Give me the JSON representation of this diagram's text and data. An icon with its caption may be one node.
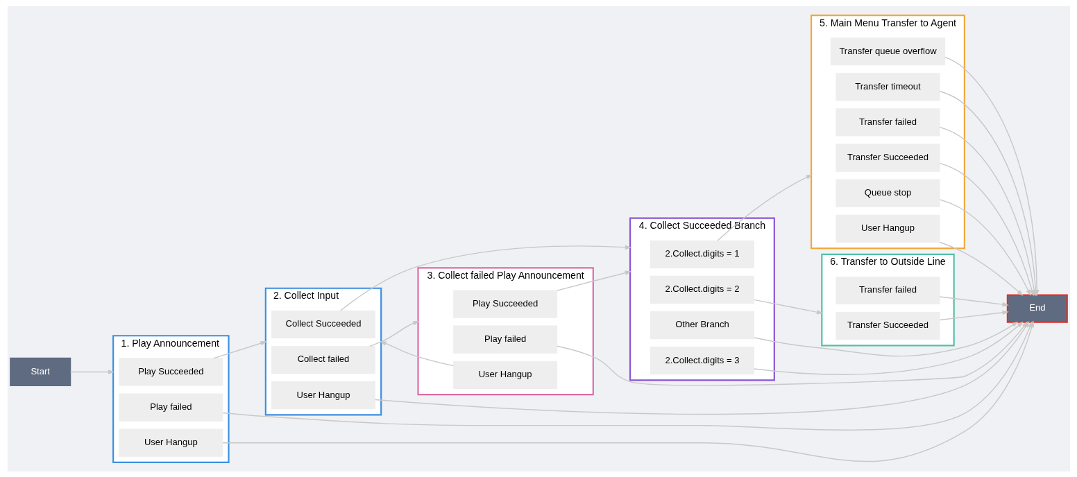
{
  "diagram": {
    "nodes": [
      {
        "text": [
          "Start"
        ]
      },
      {
        "text": [
          "1. Play Announcement"
        ]
      },
      {
        "text": [
          "Play Succeeded"
        ],
        "in": 1
      },
      {
        "text": [
          "User Hangup"
        ],
        "in": 1
      },
      {
        "text": [
          "Play failed"
        ],
        "in": 1
      },
      {
        "text": [
          "2. Collect Input"
        ]
      },
      {
        "text": [
          "Collect Succeeded"
        ],
        "in": 5
      },
      {
        "text": [
          "Collect failed"
        ],
        "in": 5
      },
      {
        "text": [
          "User Hangup"
        ],
        "in": 5
      },
      {
        "text": [
          "3. Collect failed Play Announcement"
        ]
      },
      {
        "text": [
          "Play Succeeded"
        ],
        "in": 9
      },
      {
        "text": [
          "User Hangup"
        ],
        "in": 9
      },
      {
        "text": [
          "Play failed"
        ],
        "in": 9
      },
      {
        "text": [
          "4. Collect Succeeded Branch"
        ]
      },
      {
        "text": [
          "2.Collect.digits = 1"
        ],
        "in": 13
      },
      {
        "text": [
          "2.Collect.digits = 2"
        ],
        "in": 13
      },
      {
        "text": [
          "2.Collect.digits = 3"
        ],
        "in": 13
      },
      {
        "text": [
          "Other Branch"
        ],
        "in": 13
      },
      {
        "text": [
          "5. Main Menu Transfer to Agent"
        ]
      },
      {
        "text": [
          "Transfer Succeeded"
        ],
        "in": 18
      },
      {
        "text": [
          "Transfer failed"
        ],
        "in": 18
      },
      {
        "text": [
          "Transfer timeout"
        ],
        "in": 18
      },
      {
        "text": [
          "Transfer queue overflow"
        ],
        "in": 18
      },
      {
        "text": [
          "User Hangup"
        ],
        "in": 18
      },
      {
        "text": [
          "Queue stop"
        ],
        "in": 18
      },
      {
        "text": [
          "6. Transfer to Outside Line"
        ]
      },
      {
        "text": [
          "Transfer Succeeded"
        ],
        "in": 25
      },
      {
        "text": [
          "Transfer failed"
        ],
        "in": 25
      },
      {
        "text": [
          "End"
        ]
      }
    ],
    "edges": [
      {
        "from": 0,
        "to": 1,
        "arrow": "to"
      },
      {
        "from": 2,
        "to": 5,
        "arrow": "to"
      },
      {
        "from": 3,
        "to": 28,
        "arrow": "to"
      },
      {
        "from": 4,
        "to": 28,
        "arrow": "to"
      },
      {
        "from": 6,
        "to": 13,
        "arrow": "to"
      },
      {
        "from": 7,
        "to": 9,
        "arrow": "to"
      },
      {
        "from": 8,
        "to": 28,
        "arrow": "to"
      },
      {
        "from": 10,
        "to": 13,
        "arrow": "to"
      },
      {
        "from": 11,
        "to": 5,
        "arrow": "to"
      },
      {
        "from": 12,
        "to": 28,
        "arrow": "to"
      },
      {
        "from": 14,
        "to": 18,
        "arrow": "to"
      },
      {
        "from": 15,
        "to": 25,
        "arrow": "to"
      },
      {
        "from": 16,
        "to": 28,
        "arrow": "to"
      },
      {
        "from": 17,
        "to": 28,
        "arrow": "to"
      },
      {
        "from": 19,
        "to": 28,
        "arrow": "to"
      },
      {
        "from": 20,
        "to": 28,
        "arrow": "to"
      },
      {
        "from": 21,
        "to": 28,
        "arrow": "to"
      },
      {
        "from": 22,
        "to": 28,
        "arrow": "to"
      },
      {
        "from": 23,
        "to": 28,
        "arrow": "to"
      },
      {
        "from": 24,
        "to": 28,
        "arrow": "to"
      },
      {
        "from": 26,
        "to": 28,
        "arrow": "to"
      },
      {
        "from": 27,
        "to": 28,
        "arrow": "to"
      }
    ]
  }
}
